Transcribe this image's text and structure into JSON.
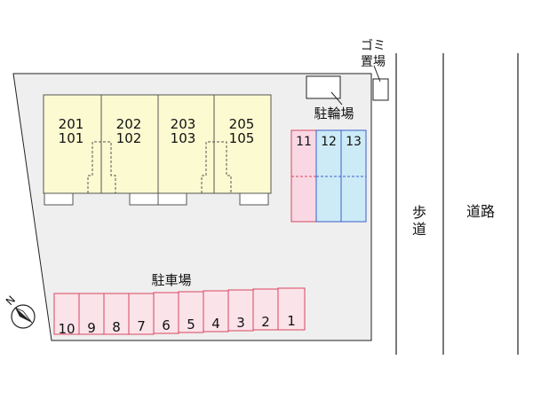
{
  "units": [
    {
      "top": "201",
      "bottom": "101"
    },
    {
      "top": "202",
      "bottom": "102"
    },
    {
      "top": "203",
      "bottom": "103"
    },
    {
      "top": "205",
      "bottom": "105"
    }
  ],
  "garbage": {
    "line1": "ゴミ",
    "line2": "置場"
  },
  "bicycle": {
    "label": "駐輪場",
    "slots": [
      {
        "num": "11",
        "color": "#f9d8e4",
        "stroke": "#d9455f"
      },
      {
        "num": "12",
        "color": "#cdebf7",
        "stroke": "#3a5fc8"
      },
      {
        "num": "13",
        "color": "#cdebf7",
        "stroke": "#3a5fc8"
      }
    ]
  },
  "parking": {
    "label": "駐車場",
    "slots": [
      "10",
      "9",
      "8",
      "7",
      "6",
      "5",
      "4",
      "3",
      "2",
      "1"
    ],
    "color": "#fbe3ea",
    "stroke": "#d9455f"
  },
  "sidewalk": {
    "line1": "歩",
    "line2": "道"
  },
  "road": {
    "label": "道路"
  },
  "compass": {
    "label": "N"
  },
  "colors": {
    "lot": "#efefef",
    "building": "#fcfad1",
    "outline": "#222222"
  }
}
